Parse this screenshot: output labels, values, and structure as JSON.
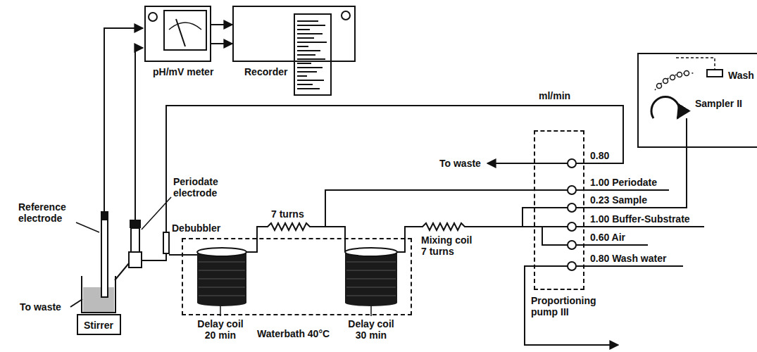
{
  "diagram": {
    "nodes": [
      {
        "text": [
          "pH/mV meter"
        ]
      },
      {
        "text": [
          "Recorder"
        ]
      },
      {
        "text": [
          "Sampler II",
          "Wash"
        ]
      },
      {
        "text": [
          "Proportioning pump III"
        ]
      },
      {
        "text": [
          "Waterbath 40°C"
        ]
      },
      {
        "text": [
          "Stirrer"
        ]
      }
    ],
    "edges": [
      {
        "from": 0,
        "to": 1,
        "arrow": "to"
      },
      {
        "from": 0,
        "to": 1,
        "arrow": "to"
      },
      {
        "from": 2,
        "to": 3,
        "arrow": "none"
      }
    ],
    "labels": [
      "ml/min",
      "To waste",
      "0.80",
      "1.00 Periodate",
      "0.23 Sample",
      "1.00 Buffer-Substrate",
      "0.60 Air",
      "0.80 Wash water",
      "Mixing coil 7 turns",
      "7 turns",
      "Delay coil 20 min",
      "Delay coil 30 min",
      "Debubbler",
      "Periodate electrode",
      "Reference electrode",
      "To waste"
    ]
  }
}
